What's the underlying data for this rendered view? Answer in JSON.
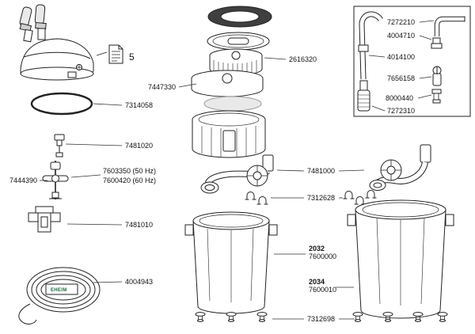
{
  "page": {
    "background": "#ffffff",
    "ink": "#222222",
    "gasket_fill": "#3f3f3f",
    "pad_fill": "#e9e9e9"
  },
  "labels": {
    "item_ref": "5",
    "p7314058": "7314058",
    "p7481020": "7481020",
    "p7603350": "7603350 (50 Hz)",
    "p7600420": "7600420 (60 Hz)",
    "p7444390": "7444390",
    "p7481010": "7481010",
    "p4004943": "4004943",
    "p7447330": "7447330",
    "p2616320": "2616320",
    "p7481000": "7481000",
    "p7312628": "7312628",
    "model_2032": "2032",
    "p7600000": "7600000",
    "model_2034": "2034",
    "p7600010": "7600010",
    "p7312698": "7312698",
    "p7272210": "7272210",
    "p4004710": "4004710",
    "p4014100": "4014100",
    "p7656158": "7656158",
    "p8000440": "8000440",
    "p7272310": "7272310",
    "hose_tag": "EHEIM"
  }
}
